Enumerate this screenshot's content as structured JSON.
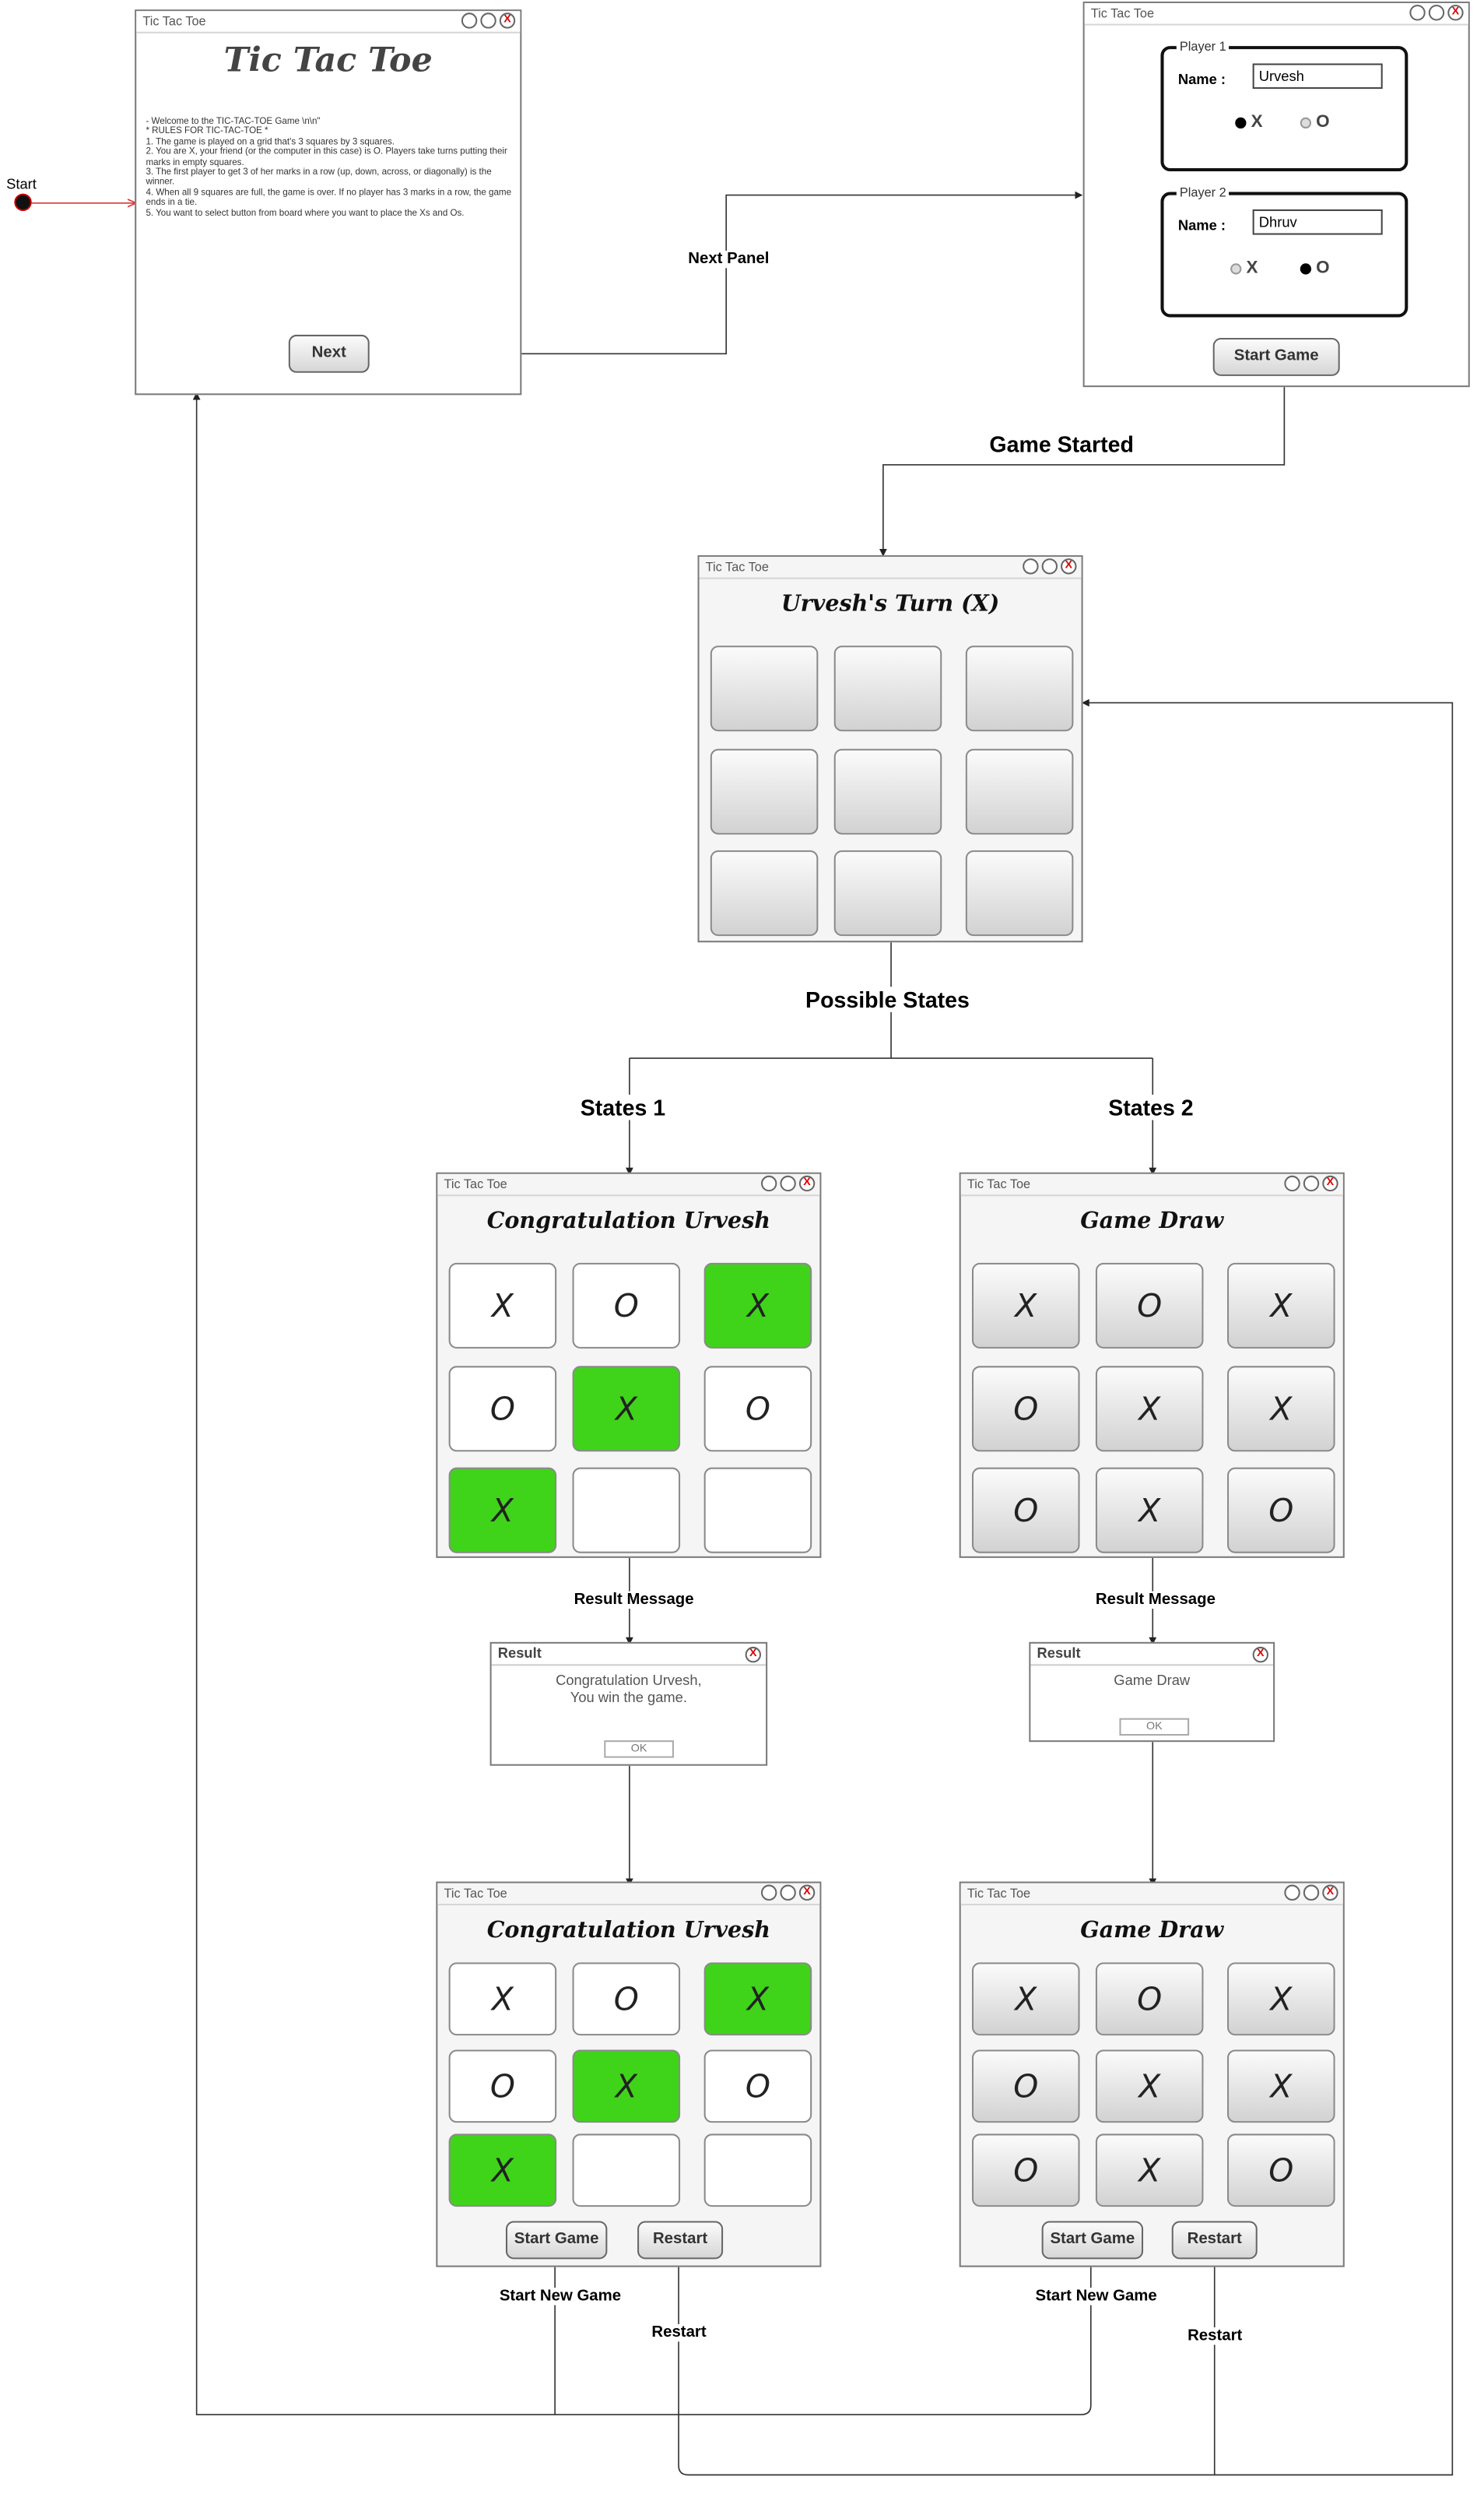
{
  "app_title": "Tic Tac Toe",
  "start": {
    "label": "Start"
  },
  "welcome": {
    "window_title": "Tic Tac Toe",
    "heading": "Tic Tac Toe",
    "rules": "- Welcome to the TIC-TAC-TOE Game \\n\\n\"\n* RULES FOR TIC-TAC-TOE *\n1. The game is played on a grid that's 3 squares by 3 squares.\n2. You are X, your friend (or the computer in this case) is O. Players take turns putting their marks in empty squares.\n3. The first player to get 3 of her marks in a row (up, down, across, or diagonally) is the winner.\n4. When all 9 squares are full, the game is over. If no player has 3 marks in a row, the game ends in a tie.\n5. You want to select button from board where you want to place the Xs and Os.",
    "next_button": "Next"
  },
  "players": {
    "window_title": "Tic Tac Toe",
    "p1": {
      "legend": "Player 1",
      "name_label": "Name :",
      "name_value": "Urvesh",
      "options": [
        "X",
        "O"
      ],
      "selected": "X"
    },
    "p2": {
      "legend": "Player 2",
      "name_label": "Name :",
      "name_value": "Dhruv",
      "options": [
        "X",
        "O"
      ],
      "selected": "O"
    },
    "start_button": "Start Game"
  },
  "game": {
    "window_title": "Tic Tac Toe",
    "heading": "Urvesh's Turn (X)",
    "cells": [
      "",
      "",
      "",
      "",
      "",
      "",
      "",
      "",
      ""
    ]
  },
  "win_state": {
    "window_title": "Tic Tac Toe",
    "heading": "Congratulation Urvesh",
    "cells": [
      "X",
      "O",
      "X",
      "O",
      "X",
      "O",
      "X",
      "",
      ""
    ],
    "winning_cells": [
      2,
      4,
      6
    ]
  },
  "draw_state": {
    "window_title": "Tic Tac Toe",
    "heading": "Game Draw",
    "cells": [
      "X",
      "O",
      "X",
      "O",
      "X",
      "X",
      "O",
      "X",
      "O"
    ]
  },
  "win_result": {
    "title": "Result",
    "message": "Congratulation Urvesh,\nYou win the game.",
    "ok": "OK"
  },
  "draw_result": {
    "title": "Result",
    "message": "Game Draw",
    "ok": "OK"
  },
  "final_buttons": {
    "start_game": "Start Game",
    "restart": "Restart"
  },
  "edges": {
    "next_panel": "Next Panel",
    "game_started": "Game Started",
    "possible_states": "Possible States",
    "states_1": "States 1",
    "states_2": "States 2",
    "result_message": "Result Message",
    "start_new_game": "Start New Game",
    "restart": "Restart"
  },
  "colors": {
    "win_highlight": "#3fd41a",
    "close_x": "#dd0000"
  }
}
